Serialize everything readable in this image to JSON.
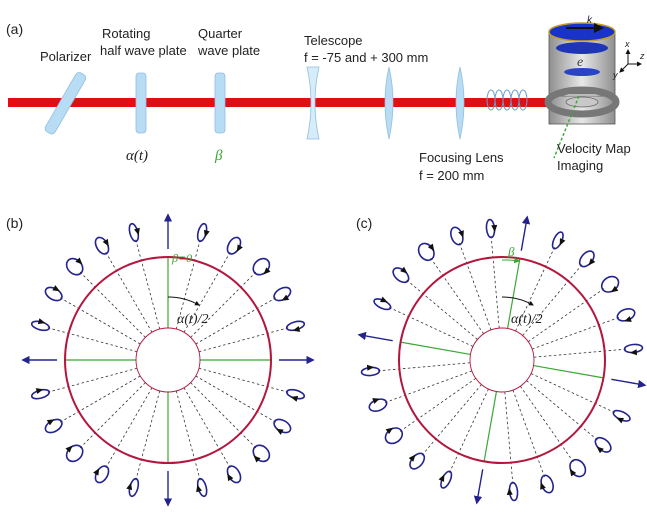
{
  "panel_a": {
    "tag": "(a)",
    "polarizer": "Polarizer",
    "half_wave_l1": "Rotating",
    "half_wave_l2": "half wave plate",
    "quarter_l1": "Quarter",
    "quarter_l2": "wave plate",
    "alpha_label": "α(t)",
    "beta_label": "β",
    "telescope_l1": "Telescope",
    "telescope_l2": "f = -75 and + 300 mm",
    "focusing_l1": "Focusing Lens",
    "focusing_l2": "f = 200 mm",
    "vmi_l1": "Velocity Map",
    "vmi_l2": "Imaging",
    "electron_label": "e",
    "k_label": "k",
    "axis_x": "x",
    "axis_y": "y",
    "axis_z": "z"
  },
  "panel_b": {
    "tag": "(b)",
    "beta_label": "β=0",
    "alpha_label": "α(t)/2"
  },
  "panel_c": {
    "tag": "(c)",
    "beta_label": "β",
    "alpha_label": "α(t)/2"
  },
  "colors": {
    "beam": "#e01010",
    "optic": "#b8dcf3",
    "circle": "#b3173d",
    "ellipse": "#232390",
    "green": "#3aa834",
    "dashed": "#333333"
  }
}
